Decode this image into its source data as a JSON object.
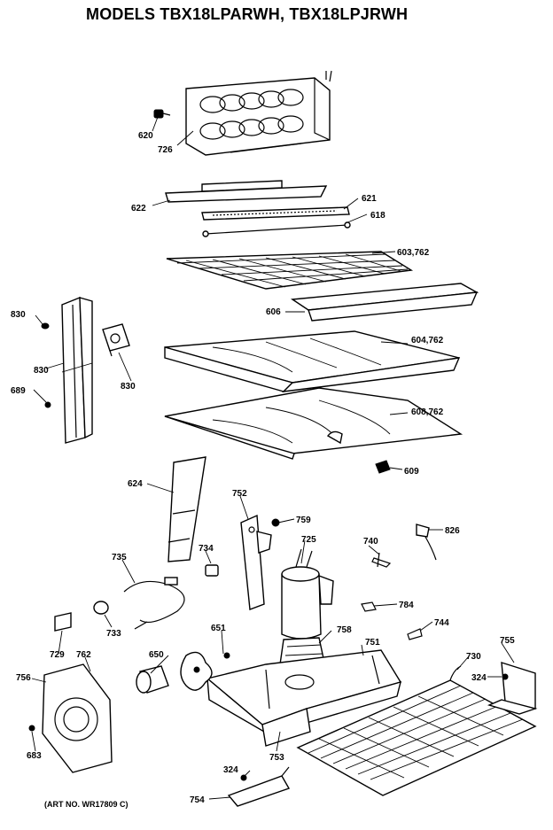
{
  "title": "MODELS TBX18LPARWH, TBX18LPJRWH",
  "art_number": "(ART NO. WR17809 C)",
  "callouts": {
    "c620": "620",
    "c726": "726",
    "c622": "622",
    "c621": "621",
    "c618": "618",
    "c603": "603,762",
    "c606": "606",
    "c604": "604,762",
    "c608": "608,762",
    "c609": "609",
    "c830a": "830",
    "c830b": "830",
    "c830c": "830",
    "c689": "689",
    "c624": "624",
    "c752": "752",
    "c759": "759",
    "c725": "725",
    "c740": "740",
    "c826": "826",
    "c735": "735",
    "c734": "734",
    "c733": "733",
    "c729": "729",
    "c762": "762",
    "c756": "756",
    "c683": "683",
    "c650": "650",
    "c651": "651",
    "c758": "758",
    "c751": "751",
    "c784": "784",
    "c744": "744",
    "c730": "730",
    "c755": "755",
    "c324a": "324",
    "c753": "753",
    "c324b": "324",
    "c754": "754"
  }
}
